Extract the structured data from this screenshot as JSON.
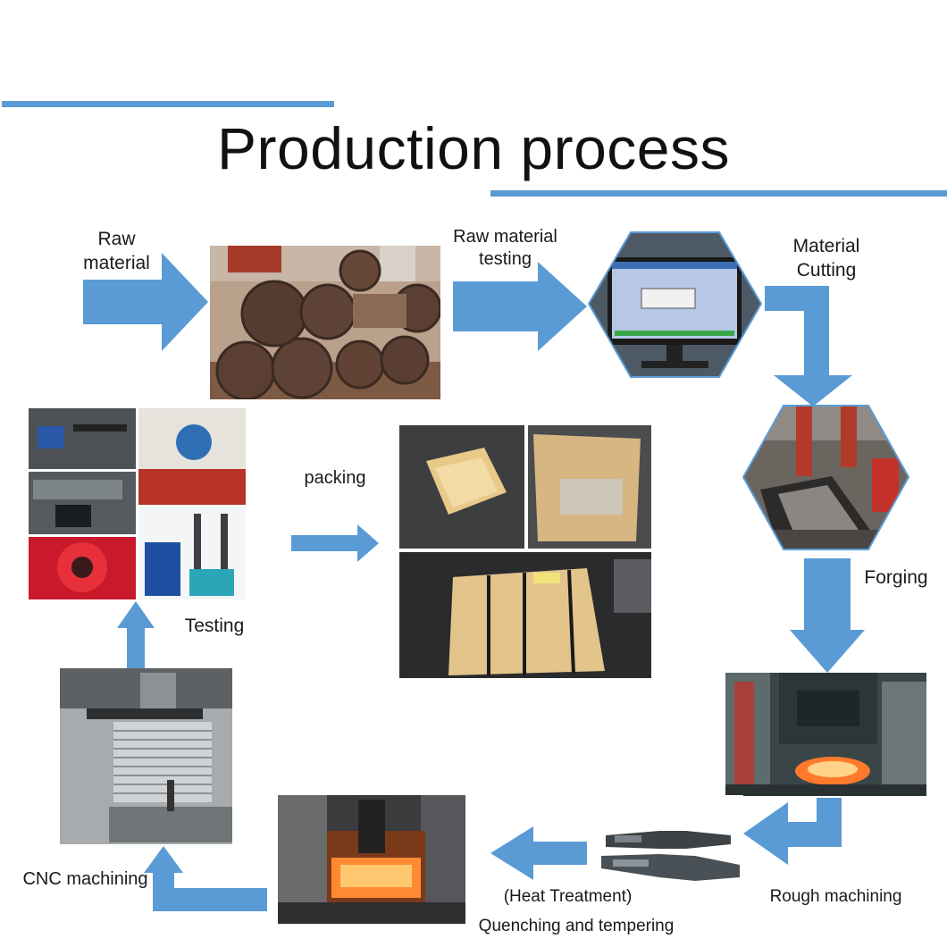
{
  "title": "Production process",
  "colors": {
    "accent": "#5b9bd5",
    "text": "#1a1a1a"
  },
  "steps": {
    "raw_material": "Raw\nmaterial",
    "raw_material_testing": "Raw material\ntesting",
    "material_cutting": "Material\nCutting",
    "forging": "Forging",
    "rough_machining": "Rough machining",
    "heat_treatment": "(Heat Treatment)",
    "quenching": "Quenching and tempering",
    "cnc_machining": "CNC machining",
    "testing": "Testing",
    "packing": "packing"
  }
}
